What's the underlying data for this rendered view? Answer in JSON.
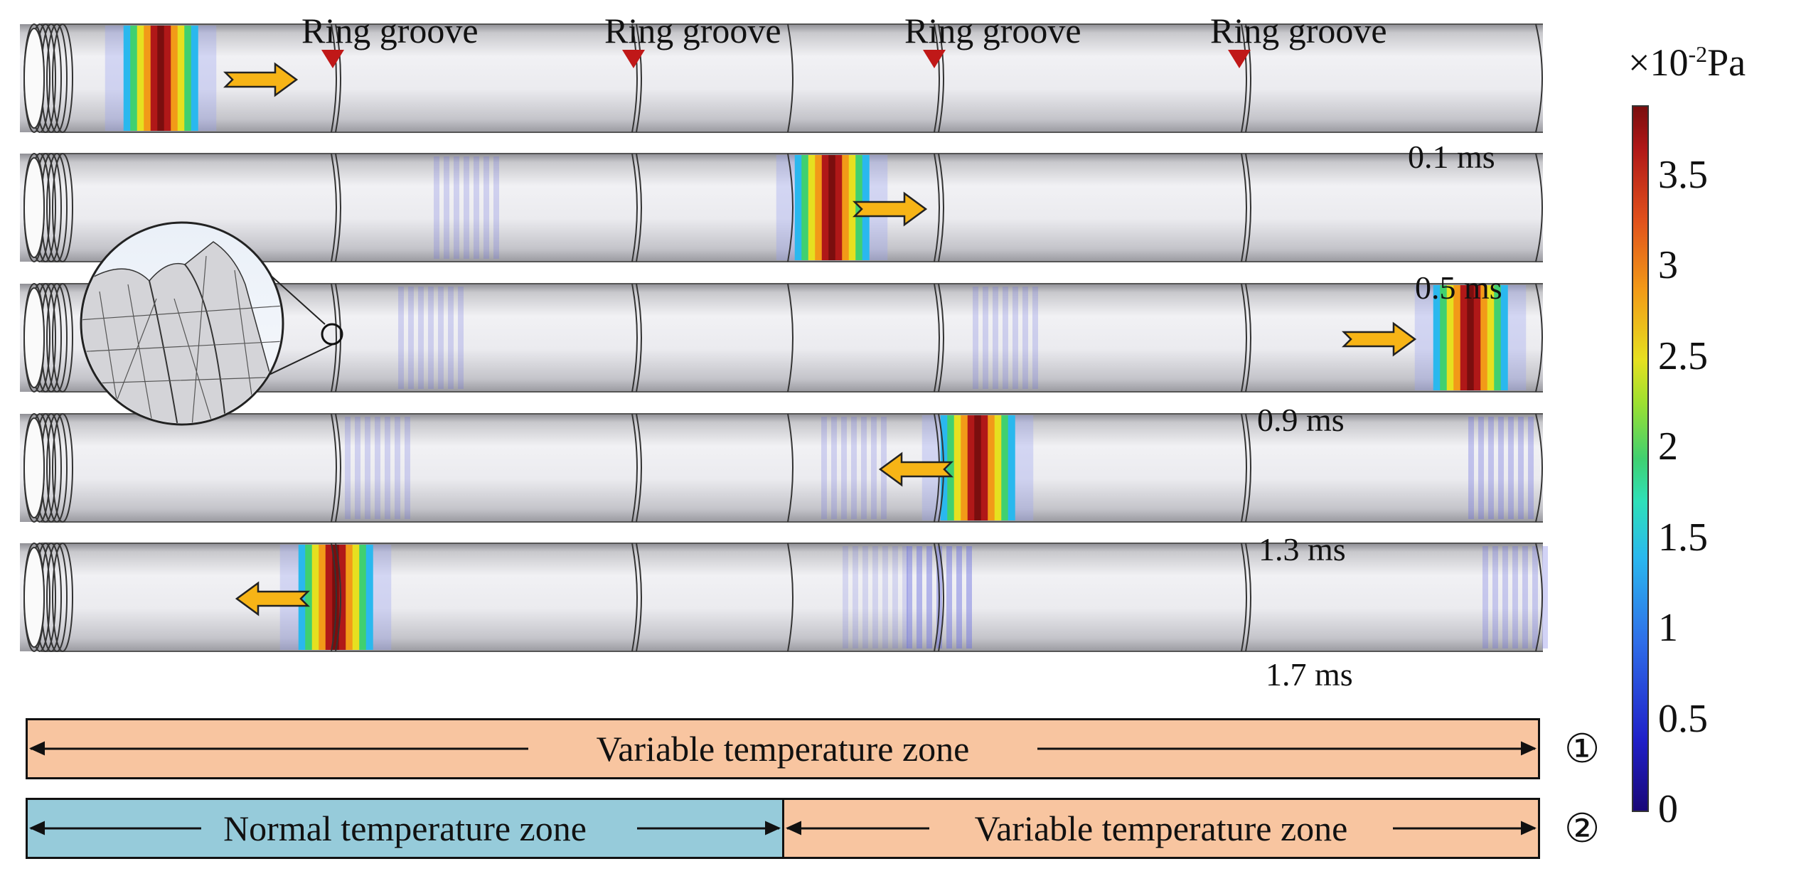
{
  "groove_labels": [
    "Ring groove",
    "Ring groove",
    "Ring groove",
    "Ring groove"
  ],
  "time_labels": [
    "0.1 ms",
    "0.5 ms",
    "0.9 ms",
    "1.3 ms",
    "1.7 ms"
  ],
  "zones": {
    "row1": {
      "label": "Variable temperature zone",
      "number": "①"
    },
    "row2_left": {
      "label": "Normal temperature zone"
    },
    "row2_right": {
      "label": "Variable temperature zone"
    },
    "row2_number": "②"
  },
  "colorbar": {
    "unit_prefix": "×10",
    "unit_exponent": "-2",
    "unit": "Pa",
    "ticks": [
      "3.5",
      "3",
      "2.5",
      "2",
      "1.5",
      "1",
      "0.5",
      "0"
    ],
    "tick_values": [
      3.5,
      3,
      2.5,
      2,
      1.5,
      1,
      0.5,
      0
    ],
    "max": 3.9,
    "colors": [
      "#1a0878",
      "#2020c8",
      "#2f6ee8",
      "#2ab8ee",
      "#40d070",
      "#e6e020",
      "#f29a18",
      "#b01818",
      "#7a0e0e"
    ]
  },
  "colors": {
    "pipe_body": "#e2e2e6",
    "pipe_edge": "#444444",
    "arrow_fill": "#f7b416",
    "marker": "#c01818",
    "variable_zone": "#f8c5a0",
    "normal_zone": "#96cbda"
  },
  "wave_direction": [
    "right",
    "right",
    "right",
    "left",
    "left"
  ],
  "icons": {
    "direction_arrow": "arrow-icon",
    "groove_marker": "triangle-down-icon",
    "zoom_inset": "magnifier-inset"
  }
}
